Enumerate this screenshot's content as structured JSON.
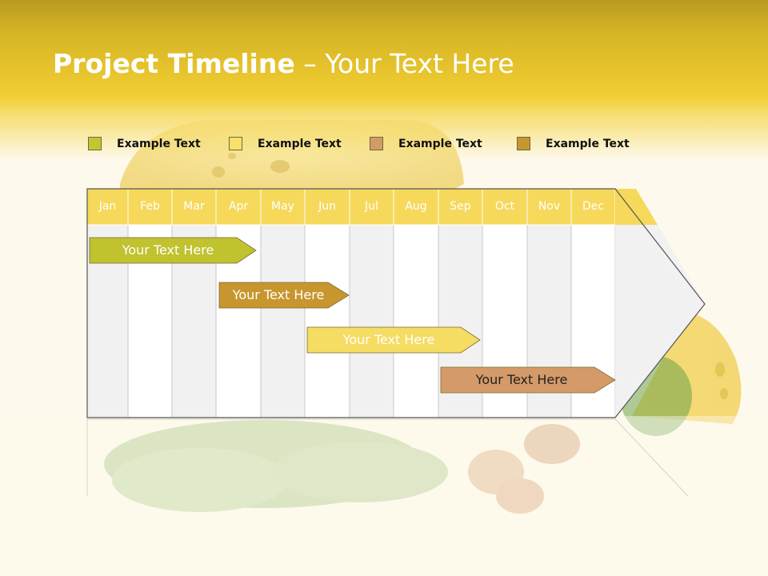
{
  "slide": {
    "title_bold": "Project Timeline",
    "title_rest": " – Your Text Here"
  },
  "legend": [
    {
      "label": "Example Text",
      "color": "#c4c631"
    },
    {
      "label": "Example Text",
      "color": "#f8e06a"
    },
    {
      "label": "Example Text",
      "color": "#d49a67"
    },
    {
      "label": "Example Text",
      "color": "#c8962e"
    }
  ],
  "timeline": {
    "months": [
      "Jan",
      "Feb",
      "Mar",
      "Apr",
      "May",
      "Jun",
      "Jul",
      "Aug",
      "Sep",
      "Oct",
      "Nov",
      "Dec"
    ],
    "bars": [
      {
        "label": "Your  Text Here",
        "color": "#c0c22e",
        "text_color": "#ffffff"
      },
      {
        "label": "Your  Text Here",
        "color": "#c8962e",
        "text_color": "#ffffff"
      },
      {
        "label": "Your  Text Here",
        "color": "#f5dc62",
        "text_color": "#ffffff"
      },
      {
        "label": "Your  Text Here",
        "color": "#d49a67",
        "text_color": "#222222"
      }
    ]
  }
}
